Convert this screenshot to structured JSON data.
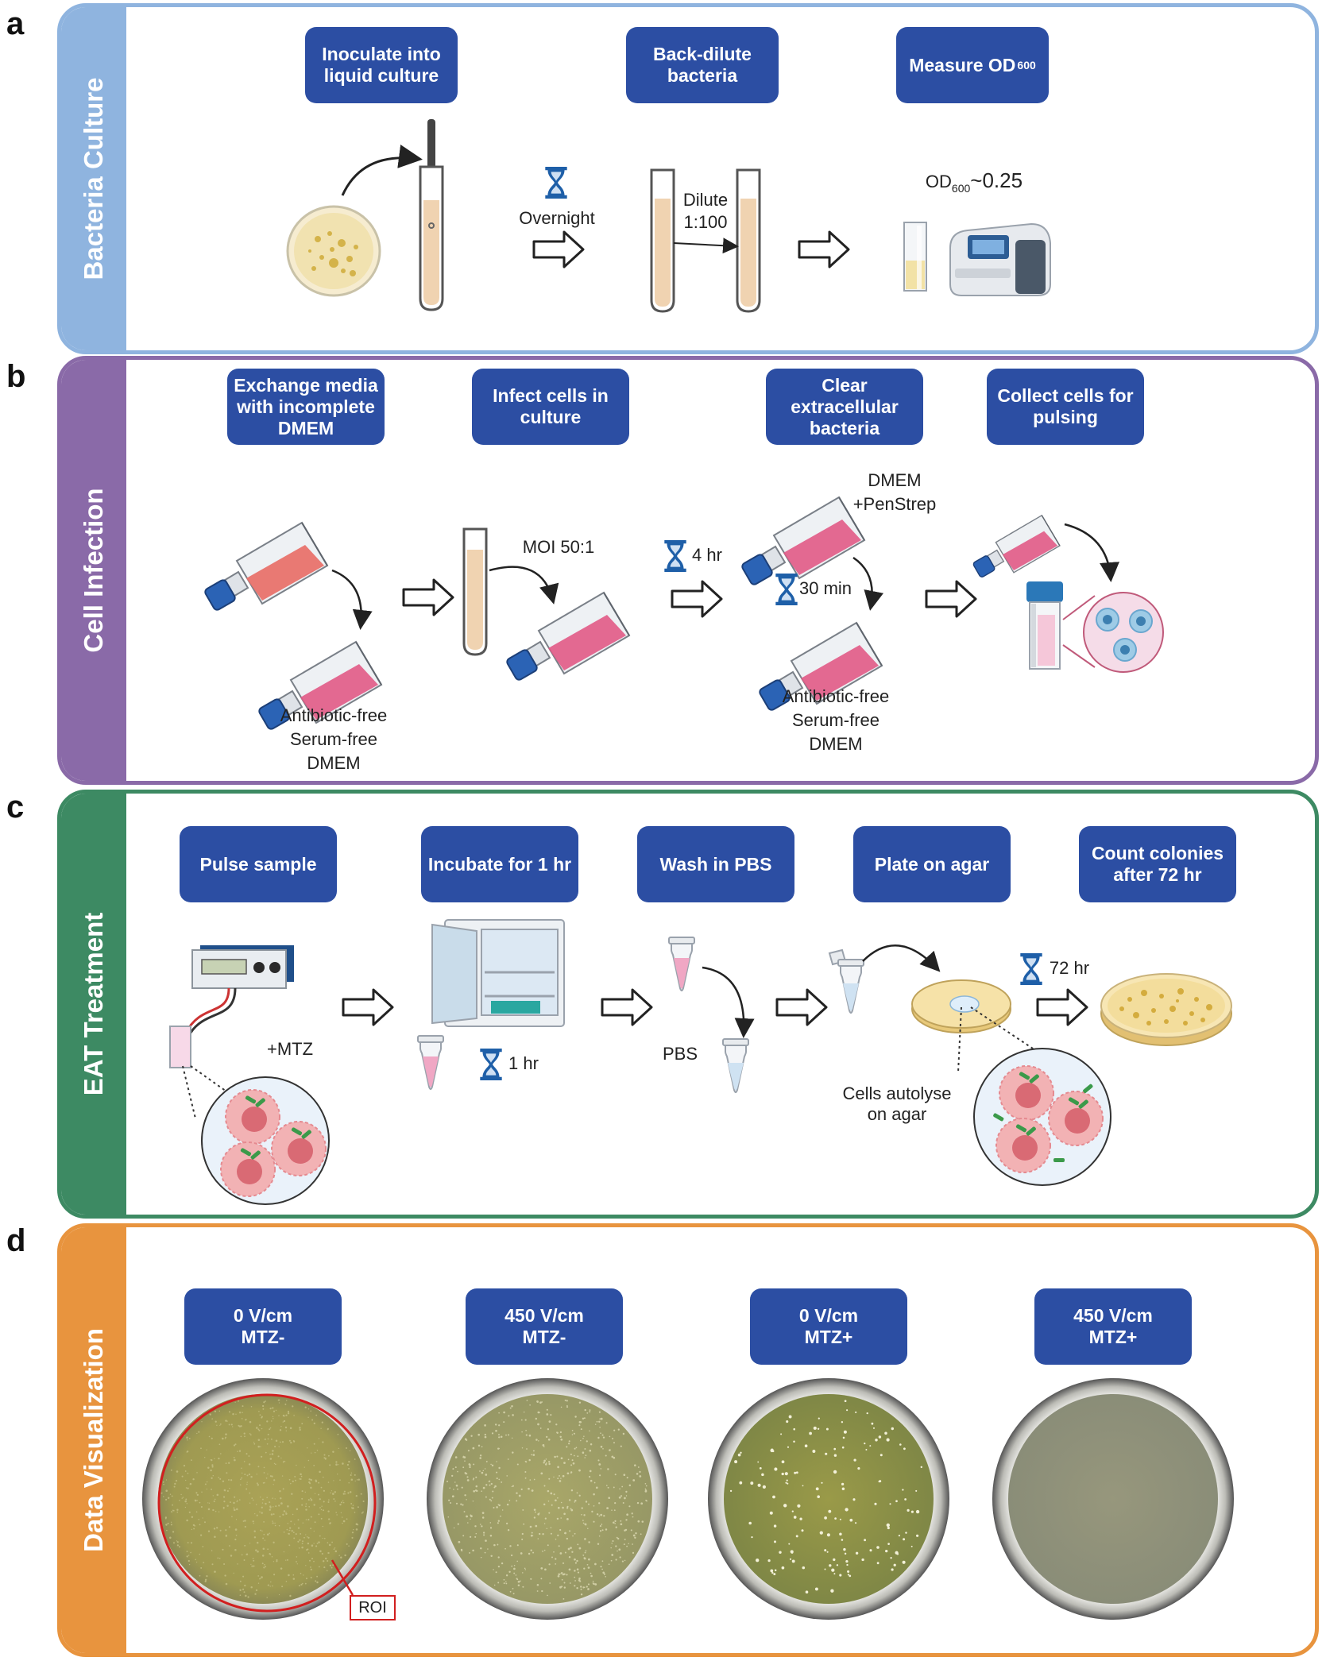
{
  "panels": {
    "a": {
      "letter": "a",
      "side_title": "Bacteria Culture",
      "color": "#8fb4df",
      "steps": [
        "Inoculate into liquid culture",
        "Back-dilute bacteria",
        "Measure OD"
      ],
      "step3_subscript": "600",
      "labels": {
        "overnight": "Overnight",
        "dilute_line1": "Dilute",
        "dilute_line2": "1:100",
        "od_prefix": "OD",
        "od_subscript": "600",
        "od_value": "~0.25"
      }
    },
    "b": {
      "letter": "b",
      "side_title": "Cell Infection",
      "color": "#8a6aa8",
      "steps": [
        "Exchange media with incomplete DMEM",
        "Infect cells in culture",
        "Clear extracellular bacteria",
        "Collect cells for pulsing"
      ],
      "labels": {
        "antibiotic_free_1": "Antibiotic-free",
        "serum_free_1": "Serum-free",
        "dmem_1": "DMEM",
        "moi": "MOI 50:1",
        "time_4hr": "4 hr",
        "dmem_penstrep_1": "DMEM",
        "dmem_penstrep_2": "+PenStrep",
        "time_30min": "30 min",
        "antibiotic_free_2": "Antibiotic-free",
        "serum_free_2": "Serum-free",
        "dmem_2": "DMEM"
      }
    },
    "c": {
      "letter": "c",
      "side_title": "EAT Treatment",
      "color": "#3d8a63",
      "steps": [
        "Pulse sample",
        "Incubate for 1 hr",
        "Wash in PBS",
        "Plate on agar",
        "Count colonies after 72 hr"
      ],
      "labels": {
        "mtz": "+MTZ",
        "time_1hr": "1 hr",
        "pbs": "PBS",
        "autolyse_1": "Cells autolyse",
        "autolyse_2": "on agar",
        "time_72hr": "72 hr"
      }
    },
    "d": {
      "letter": "d",
      "side_title": "Data Visualization",
      "color": "#e8943e",
      "conditions": [
        {
          "line1": "0 V/cm",
          "line2": "MTZ-"
        },
        {
          "line1": "450 V/cm",
          "line2": "MTZ-"
        },
        {
          "line1": "0 V/cm",
          "line2": "MTZ+"
        },
        {
          "line1": "450 V/cm",
          "line2": "MTZ+"
        }
      ],
      "roi_label": "ROI"
    }
  }
}
